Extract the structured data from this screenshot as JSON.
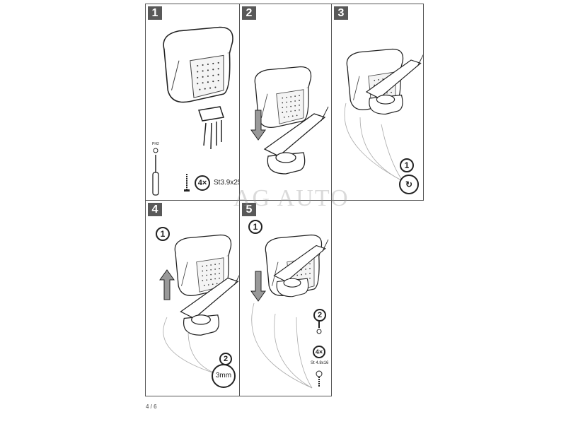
{
  "panels": [
    {
      "number": "1",
      "screwdriver_label": "PH2",
      "qty": "4×",
      "screw_spec": "St3.9x25"
    },
    {
      "number": "2"
    },
    {
      "number": "3",
      "step": "1"
    },
    {
      "number": "4",
      "step1": "1",
      "step2": "2",
      "tool_size": "3mm"
    },
    {
      "number": "5",
      "step1": "1",
      "step2": "2",
      "qty": "4×",
      "screw_spec": "St 4.8x16"
    }
  ],
  "watermark": "AG AUTO",
  "page_number": "4 / 6"
}
